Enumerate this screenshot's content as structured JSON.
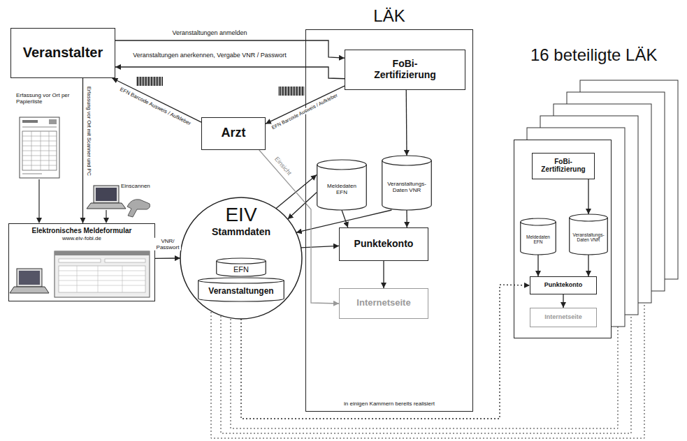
{
  "diagram": {
    "nodes": [
      {
        "text": [
          "Veranstalter"
        ]
      },
      {
        "text": [
          "LÄK",
          "in einigen Kammern bereits realisiert"
        ]
      },
      {
        "text": [
          "FoBi-Zertifizierung"
        ],
        "in": 1
      },
      {
        "text": [
          "Arzt"
        ]
      },
      {
        "text": [
          "Meldedaten EFN"
        ],
        "in": 1
      },
      {
        "text": [
          "Veranstaltungs-Daten VNR"
        ],
        "in": 1
      },
      {
        "text": [
          "EIV",
          "Stammdaten"
        ]
      },
      {
        "text": [
          "EFN"
        ],
        "in": 6
      },
      {
        "text": [
          "Veranstaltungen"
        ],
        "in": 6
      },
      {
        "text": [
          "Punktekonto"
        ],
        "in": 1
      },
      {
        "text": [
          "Internetseite"
        ],
        "in": 1
      },
      {
        "text": [
          "Elektronisches Meldeformular",
          "www.eiv-fobi.de"
        ]
      },
      {
        "text": [
          "16 beteiligte LÄK"
        ]
      },
      {
        "text": [
          "FoBi-Zertifizierung"
        ],
        "in": 12
      },
      {
        "text": [
          "Meldedaten EFN"
        ],
        "in": 12
      },
      {
        "text": [
          "Veranstaltungs-Daten VNR"
        ],
        "in": 12
      },
      {
        "text": [
          "Punktekonto"
        ],
        "in": 12
      },
      {
        "text": [
          "Internetseite"
        ],
        "in": 12
      }
    ],
    "edges": [
      {
        "from": 0,
        "to": 2,
        "label": "Veranstaltungen anmelden",
        "arrow": "to"
      },
      {
        "from": 2,
        "to": 0,
        "label": "Veranstaltungen anerkennen, Vergabe VNR / Passwort",
        "arrow": "to"
      },
      {
        "from": 3,
        "to": 0,
        "label": "EFN Barcode Ausweis / Aufkleber",
        "arrow": "to"
      },
      {
        "from": 2,
        "to": 3,
        "label": "EFN Barcode Ausweis / Aufkleber",
        "arrow": "to"
      },
      {
        "from": 0,
        "to": 11,
        "label": "Erfassung vor Ort mit Scanner und PC",
        "arrow": "to"
      },
      {
        "from": 11,
        "to": 6,
        "label": "VNR/ Passwort",
        "arrow": "to"
      },
      {
        "from": 6,
        "to": 4,
        "arrow": "to"
      },
      {
        "from": 4,
        "to": 6,
        "arrow": "to"
      },
      {
        "from": 5,
        "to": 6,
        "arrow": "to"
      },
      {
        "from": 6,
        "to": 9,
        "arrow": "to"
      },
      {
        "from": 2,
        "to": 5,
        "arrow": "to"
      },
      {
        "from": 4,
        "to": 9,
        "arrow": "to"
      },
      {
        "from": 5,
        "to": 9,
        "arrow": "to"
      },
      {
        "from": 9,
        "to": 10,
        "arrow": "to"
      },
      {
        "from": 3,
        "to": 10,
        "label": "Einsicht",
        "arrow": "to"
      },
      {
        "from": 6,
        "to": 16,
        "arrow": "to"
      },
      {
        "from": 13,
        "to": 15,
        "arrow": "to"
      },
      {
        "from": 14,
        "to": 16,
        "arrow": "to"
      },
      {
        "from": 15,
        "to": 16,
        "arrow": "to"
      },
      {
        "from": 16,
        "to": 17,
        "arrow": "to"
      }
    ],
    "labels": [
      "Erfassung vor Ort per Papierliste",
      "Einscannen"
    ]
  }
}
